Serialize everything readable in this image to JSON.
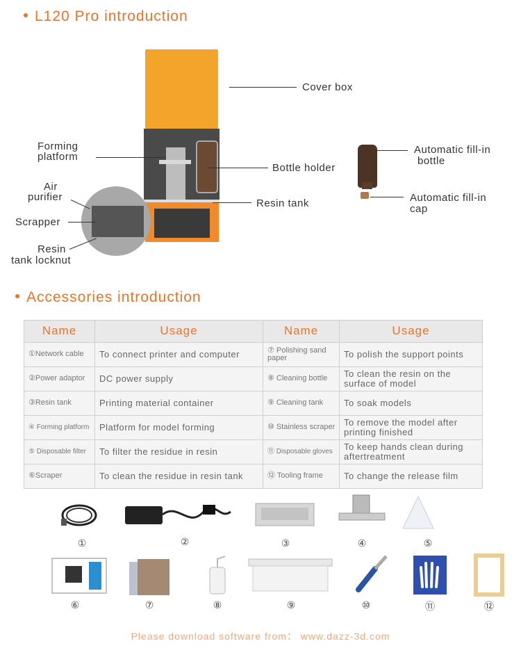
{
  "sections": {
    "intro_title": "L120 Pro introduction",
    "accessories_title": "Accessories introduction"
  },
  "callouts": {
    "cover_box": "Cover box",
    "forming_platform_1": "Forming",
    "forming_platform_2": "platform",
    "bottle_holder": "Bottle holder",
    "resin_tank": "Resin tank",
    "air_purifier_1": "Air",
    "air_purifier_2": "purifier",
    "scrapper": "Scrapper",
    "locknut_1": "Resin",
    "locknut_2": "tank locknut",
    "fill_bottle_1": "Automatic fill-in",
    "fill_bottle_2": "bottle",
    "fill_cap_1": "Automatic fill-in",
    "fill_cap_2": "cap"
  },
  "table": {
    "headers": [
      "Name",
      "Usage",
      "Name",
      "Usage"
    ],
    "rows": [
      [
        "①Network cable",
        "To connect printer and computer",
        "⑦ Polishing sand paper",
        "To polish the support points"
      ],
      [
        "②Power adaptor",
        "DC power supply",
        "⑧ Cleaning bottle",
        "To clean the resin on the surface of model"
      ],
      [
        "③Resin tank",
        "Printing material container",
        "⑨ Cleaning tank",
        "To soak models"
      ],
      [
        "④ Forming platform",
        "Platform for model forming",
        "⑩ Stainless scraper",
        "To remove the model after printing finished"
      ],
      [
        "⑤ Disposable filter",
        "To filter the residue in resin",
        "⑪ Disposable gloves",
        "To keep hands clean during aftertreatment"
      ],
      [
        "⑥Scraper",
        "To clean the residue in resin tank",
        "⑫ Tooling frame",
        "To change the release film"
      ]
    ]
  },
  "accessory_numbers": [
    "①",
    "②",
    "③",
    "④",
    "⑤",
    "⑥",
    "⑦",
    "⑧",
    "⑨",
    "⑩",
    "⑪",
    "⑫"
  ],
  "footer": "Please download software from：  www.dazz-3d.com",
  "colors": {
    "accent": "#e8742a",
    "cover": "#f3a42b",
    "body_orange": "#f08a2c"
  }
}
